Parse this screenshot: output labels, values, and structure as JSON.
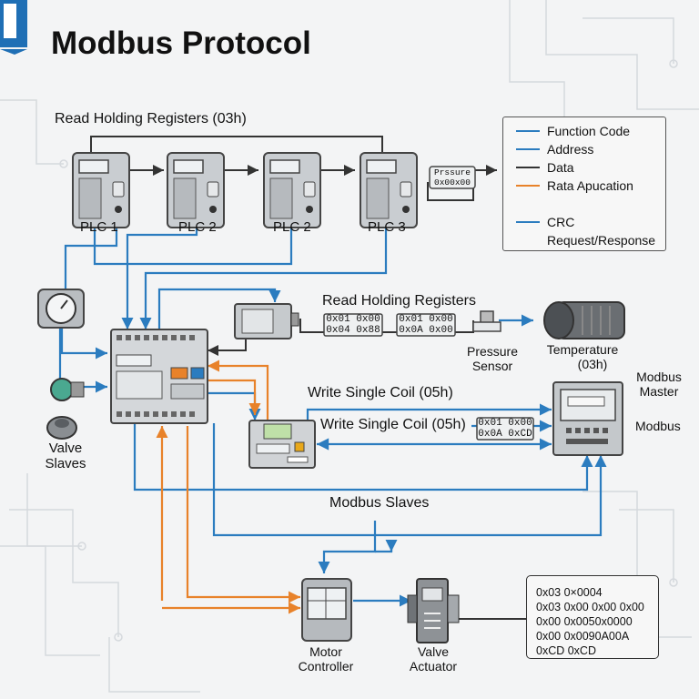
{
  "header": {
    "title": "Modbus Protocol"
  },
  "sections": {
    "read_holding_top": "Read Holding Registers (03h)",
    "read_holding_mid": "Read Holding Registers",
    "write_single_coil_1": "Write Single Coil (05h)",
    "write_single_coil_2": "Write Single Coil (05h)",
    "modbus_slaves": "Modbus Slaves"
  },
  "devices": {
    "plc1": "PLC 1",
    "plc2a": "PLC 2",
    "plc2b": "PLC 2",
    "plc3": "PLC 3",
    "valve_slaves": [
      "Valve",
      "Slaves"
    ],
    "pressure_sensor": [
      "Pressure",
      "Sensor"
    ],
    "temperature": [
      "Temperature",
      "(03h)"
    ],
    "modbus_master": [
      "Modbus",
      "Master"
    ],
    "modbus": "Modbus",
    "motor_controller": [
      "Motor",
      "Controller"
    ],
    "valve_actuator": [
      "Valve",
      "Actuator"
    ]
  },
  "packets": {
    "plc3_frame": [
      "Prssure",
      "0x00x00"
    ],
    "mid_left": [
      "0x01 0x00",
      "0x04 0x88"
    ],
    "mid_right": [
      "0x01 0x00",
      "0x0A 0x00"
    ],
    "coil_frame": [
      "0x01 0x00",
      "0x0A 0xCD"
    ]
  },
  "legend": {
    "items": [
      {
        "label": "Function Code",
        "color": "#2b7cbf"
      },
      {
        "label": "Address",
        "color": "#2b7cbf"
      },
      {
        "label": "Data",
        "color": "#333333"
      },
      {
        "label": "Rata Apucation",
        "color": "#e8822a"
      },
      {
        "label": "CRC",
        "color": "#2b7cbf"
      },
      {
        "label": "Request/Response",
        "color": ""
      }
    ]
  },
  "byte_dump": [
    "0x03 0×0004",
    "0x03 0x00 0x00 0x00",
    "0x00 0x0050x0000",
    "0x00 0x0090A00A",
    "0xCD 0xCD"
  ],
  "colors": {
    "blue": "#2b7cbf",
    "orange": "#e8822a",
    "dark": "#333333",
    "brand": "#1f6fb5"
  }
}
